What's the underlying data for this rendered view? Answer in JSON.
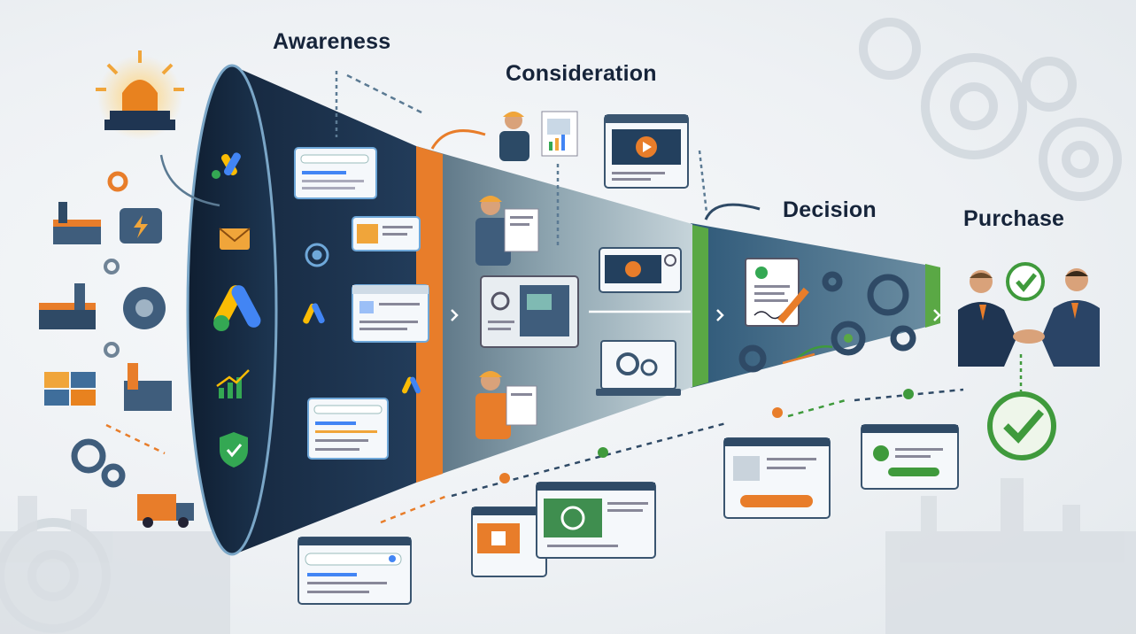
{
  "stages": {
    "awareness": "Awareness",
    "consideration": "Consideration",
    "decision": "Decision",
    "purchase": "Purchase"
  },
  "colors": {
    "funnel_dark": "#1c3350",
    "funnel_teal": "#4b7a8c",
    "orange_band": "#e87d2a",
    "green_band": "#5aa845",
    "google_blue": "#4285f4",
    "google_yellow": "#fbbc04",
    "google_green": "#34a853",
    "check_green": "#3f9a3c",
    "alert_amber": "#f0a53a"
  },
  "icons": {
    "left_column": [
      "alert-beacon-icon",
      "factory-icon",
      "engine-icon",
      "factory-icon",
      "engine-block-icon",
      "container-stack-icon",
      "factory-icon",
      "gears-icon",
      "delivery-truck-icon"
    ],
    "awareness_funnel": [
      "google-ads-icon",
      "email-icon",
      "google-ads-icon",
      "growth-chart-icon",
      "shield-check-icon"
    ],
    "consideration": [
      "engineer-clipboard-icon",
      "video-browser-icon",
      "machinery-icon",
      "laptop-gears-icon"
    ],
    "decision": [
      "contract-signing-icon",
      "gears-icon"
    ],
    "purchase": [
      "handshake-icon",
      "checkmark-icon"
    ]
  }
}
